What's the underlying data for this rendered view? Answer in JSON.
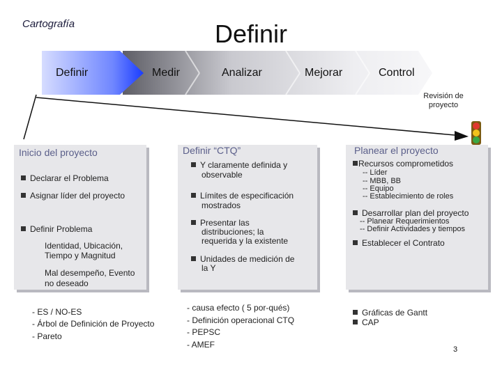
{
  "header": {
    "corner_label": "Cartografía",
    "title": "Definir",
    "phases": [
      "Definir",
      "Medir",
      "Analizar",
      "Mejorar",
      "Control"
    ],
    "review_label": "Revisión de proyecto"
  },
  "colors": {
    "arrow_band_dark": "#5e5e66",
    "arrow_band_light": "#f2f2f4",
    "active_phase_blue": "#1a3cff",
    "panel_bg": "#e7e7ea",
    "heading_text": "#5b5f8a"
  },
  "traffic_light_icon": "traffic-light-icon",
  "col1": {
    "heading": "Inicio del proyecto",
    "items": [
      "Declarar el Problema",
      "Asignar líder del proyecto",
      "Definir Problema"
    ],
    "sub_lines": [
      "Identidad, Ubicación,",
      "Tiempo y Magnitud",
      "Mal desempeño, Evento",
      "no deseado"
    ],
    "tools": [
      "-  ES / NO-ES",
      "-  Árbol de Definición de Proyecto",
      "-  Pareto"
    ]
  },
  "col2": {
    "heading": "Definir “CTQ”",
    "items": [
      [
        "Y claramente definida y",
        "observable"
      ],
      [
        "Límites de especificación",
        "mostrados"
      ],
      [
        "Presentar las",
        "distribuciones; la",
        "requerida y la existente"
      ],
      [
        "Unidades de medición de",
        "la Y"
      ]
    ],
    "tools": [
      "- causa efecto ( 5 por-qués)",
      "- Definición operacional CTQ",
      "- PEPSC",
      "- AMEF"
    ]
  },
  "col3": {
    "heading": "Planear el proyecto",
    "item1": "Recursos comprometidos",
    "item1_sub": [
      "-- Líder",
      "-- MBB, BB",
      "-- Equipo",
      "-- Establecimiento de roles"
    ],
    "item2": "Desarrollar  plan del proyecto",
    "item2_sub": [
      "-- Planear Requerimientos",
      "-- Definir Actividades y tiempos"
    ],
    "item3": "Establecer el Contrato",
    "tools": [
      "Gráficas de Gantt",
      "CAP"
    ]
  },
  "page_number": "3"
}
